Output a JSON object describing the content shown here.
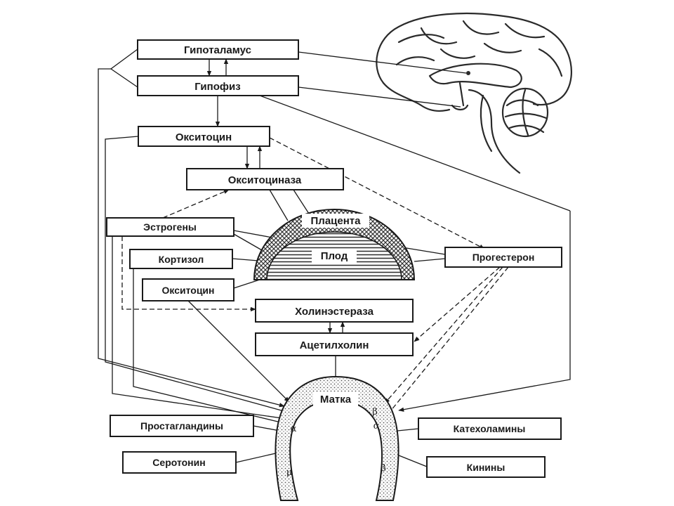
{
  "labels": {
    "hypothalamus": "Гипоталамус",
    "pituitary": "Гипофиз",
    "oxytocin_top": "Окситоцин",
    "oxytocinase": "Окситоциназа",
    "estrogens": "Эстрогены",
    "cortisol": "Кортизол",
    "oxytocin_mid": "Окситоцин",
    "placenta": "Плацента",
    "fetus": "Плод",
    "progesterone": "Прогестерон",
    "cholinesterase": "Холинэстераза",
    "acetylcholine": "Ацетилхолин",
    "uterus": "Матка",
    "prostaglandins": "Простагландины",
    "serotonin": "Серотонин",
    "catecholamines": "Катехоламины",
    "kinins": "Кинины"
  },
  "receptors": {
    "alpha_left": "α",
    "alpha_right": "α",
    "beta_top": "β",
    "beta_bottom": "β",
    "mu_left": "μ"
  },
  "icons": {
    "brain": "brain-sagittal-icon"
  },
  "colors": {
    "ink": "#1a1a1a",
    "paper": "#ffffff",
    "hatch": "#333333",
    "dots": "#555555"
  }
}
